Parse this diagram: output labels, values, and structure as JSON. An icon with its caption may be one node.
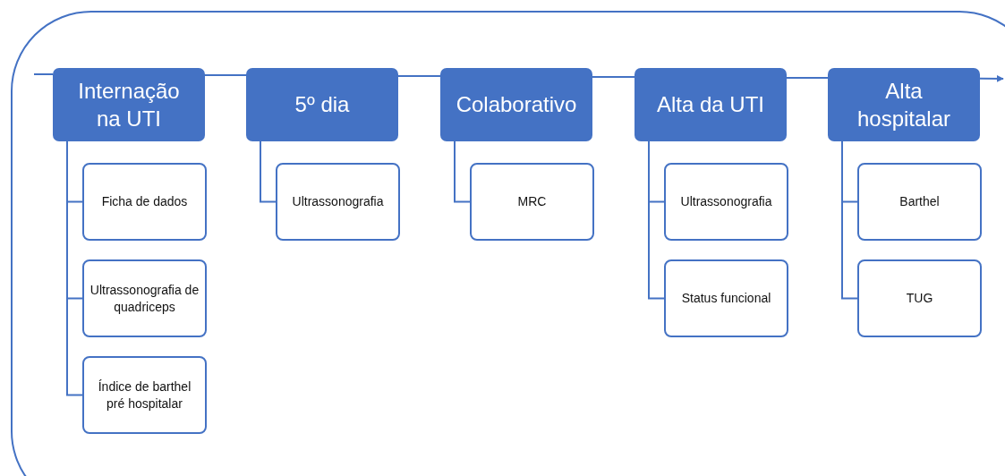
{
  "diagram": {
    "nodes": [
      {
        "text": [],
        "shape": "box"
      },
      {
        "text": [
          "Internação na UTI"
        ],
        "in": 0
      },
      {
        "text": [
          "Ficha de dados"
        ],
        "in": 0
      },
      {
        "text": [
          "Ultrassonografia de quadriceps"
        ],
        "in": 0
      },
      {
        "text": [
          "Índice de barthel pré hospitalar"
        ],
        "in": 0
      },
      {
        "text": [
          "5º dia"
        ],
        "in": 0
      },
      {
        "text": [
          "Ultrassonografia"
        ],
        "in": 0
      },
      {
        "text": [
          "Colaborativo"
        ],
        "in": 0
      },
      {
        "text": [
          "MRC"
        ],
        "in": 0
      },
      {
        "text": [
          "Alta da UTI"
        ],
        "in": 0
      },
      {
        "text": [
          "Ultrassonografia"
        ],
        "in": 0
      },
      {
        "text": [
          "Status funcional"
        ],
        "in": 0
      },
      {
        "text": [
          "Alta hospitalar"
        ],
        "in": 0
      },
      {
        "text": [
          "Barthel"
        ],
        "in": 0
      },
      {
        "text": [
          "TUG"
        ],
        "in": 0
      }
    ],
    "edges": [
      {
        "from": null,
        "to": 1,
        "arrow": "none"
      },
      {
        "from": 1,
        "to": 5,
        "arrow": "none"
      },
      {
        "from": 5,
        "to": 7,
        "arrow": "none"
      },
      {
        "from": 7,
        "to": 9,
        "arrow": "none"
      },
      {
        "from": 9,
        "to": 12,
        "arrow": "none"
      },
      {
        "from": 12,
        "to": null,
        "arrow": "to"
      },
      {
        "from": 1,
        "to": 2,
        "arrow": "none"
      },
      {
        "from": 1,
        "to": 3,
        "arrow": "none"
      },
      {
        "from": 1,
        "to": 4,
        "arrow": "none"
      },
      {
        "from": 5,
        "to": 6,
        "arrow": "none"
      },
      {
        "from": 7,
        "to": 8,
        "arrow": "none"
      },
      {
        "from": 9,
        "to": 10,
        "arrow": "none"
      },
      {
        "from": 9,
        "to": 11,
        "arrow": "none"
      },
      {
        "from": 12,
        "to": 13,
        "arrow": "none"
      },
      {
        "from": 12,
        "to": 14,
        "arrow": "none"
      }
    ]
  }
}
